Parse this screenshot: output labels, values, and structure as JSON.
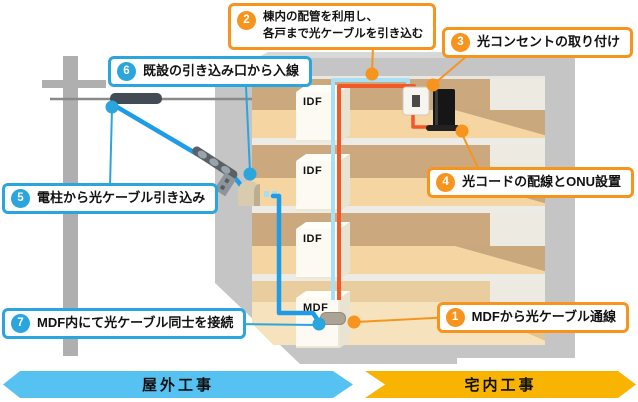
{
  "callouts": [
    {
      "number": "1",
      "lines": [
        "MDFから光ケーブル通線"
      ],
      "color": "#F7941E",
      "phase": "indoor"
    },
    {
      "number": "2",
      "lines": [
        "棟内の配管を利用し、",
        "各戸まで光ケーブルを引き込む"
      ],
      "color": "#F7941E",
      "phase": "indoor"
    },
    {
      "number": "3",
      "lines": [
        "光コンセントの取り付け"
      ],
      "color": "#F7941E",
      "phase": "indoor"
    },
    {
      "number": "4",
      "lines": [
        "光コードの配線とONU設置"
      ],
      "color": "#F7941E",
      "phase": "indoor"
    },
    {
      "number": "5",
      "lines": [
        "電柱から光ケーブル引き込み"
      ],
      "color": "#2BA5DE",
      "phase": "outdoor"
    },
    {
      "number": "6",
      "lines": [
        "既設の引き込み口から入線"
      ],
      "color": "#2BA5DE",
      "phase": "outdoor"
    },
    {
      "number": "7",
      "lines": [
        "MDF内にて光ケーブル同士を接続"
      ],
      "color": "#2BA5DE",
      "phase": "outdoor"
    }
  ],
  "equipment_labels": {
    "idf": "IDF",
    "mdf": "MDF"
  },
  "banners": {
    "outdoor": {
      "label": "屋外工事",
      "color": "#56C2F2"
    },
    "indoor": {
      "label": "宅内工事",
      "color": "#F9B301"
    }
  },
  "colors": {
    "callout_orange": "#F7941E",
    "callout_blue": "#2BA5DE",
    "outdoor_cable_blue": "#1E9BE9",
    "indoor_riser_blue": "#A6DFF6",
    "indoor_cord_orange": "#F1582A",
    "building_wall_gray": "#C5C5C5",
    "floor_wall_tan": "#CBA87D",
    "floor_surface": "#F5D5A1"
  }
}
